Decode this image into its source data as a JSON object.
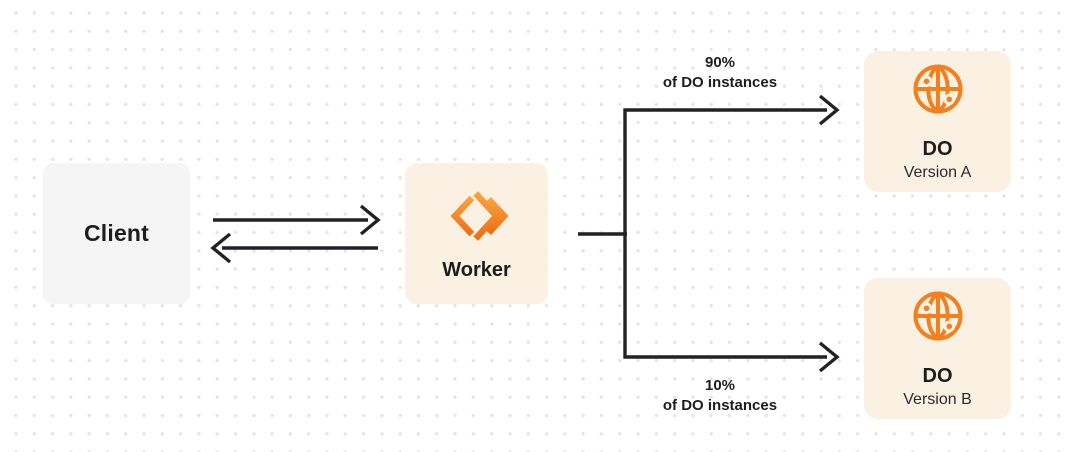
{
  "nodes": {
    "client": {
      "label": "Client"
    },
    "worker": {
      "label": "Worker"
    },
    "do_version_a": {
      "title": "DO",
      "subtitle": "Version A"
    },
    "do_version_b": {
      "title": "DO",
      "subtitle": "Version B"
    }
  },
  "edges": {
    "to_version_a": {
      "percent": "90%",
      "caption": "of DO instances"
    },
    "to_version_b": {
      "percent": "10%",
      "caption": "of DO instances"
    }
  },
  "icons": {
    "worker": "workers-logo-icon",
    "do_version_a": "globe-icon",
    "do_version_b": "globe-icon"
  },
  "colors": {
    "accent_orange": "#f38020",
    "node_cream": "#faf1e2",
    "client_gray": "#f5f5f6",
    "arrow_color": "#212126",
    "text_color": "#1d1d20",
    "dot_color": "#e5e5e8"
  }
}
